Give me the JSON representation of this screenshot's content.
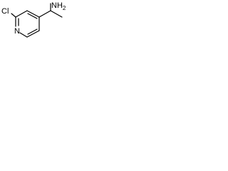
{
  "molecule": {
    "atoms": {
      "chlorine": "Cl",
      "ring_nitrogen": "N",
      "amine": "NH",
      "amine_subscript": "2"
    }
  }
}
